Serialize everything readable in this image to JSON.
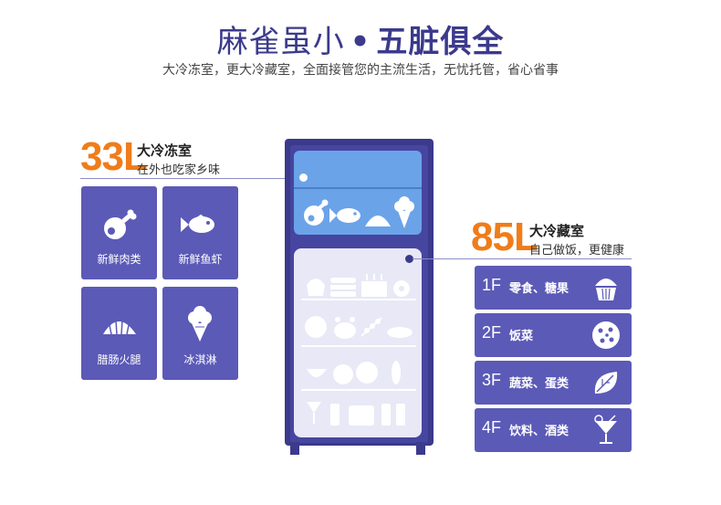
{
  "header": {
    "title_light": "麻雀虽小",
    "title_dot": "•",
    "title_bold": "五脏俱全",
    "subtitle": "大冷冻室，更大冷藏室，全面接管您的主流生活，无忧托管，省心省事"
  },
  "freezer": {
    "capacity": "33L",
    "name": "大冷冻室",
    "desc": "在外也吃家乡味",
    "items": [
      {
        "label": "新鲜肉类",
        "icon": "meat-icon"
      },
      {
        "label": "新鲜鱼虾",
        "icon": "fish-icon"
      },
      {
        "label": "腊肠火腿",
        "icon": "sausage-icon"
      },
      {
        "label": "冰淇淋",
        "icon": "icecream-icon"
      }
    ]
  },
  "fresh": {
    "capacity": "85L",
    "name": "大冷藏室",
    "desc": "自己做饭，更健康",
    "shelves": [
      {
        "floor": "1F",
        "label": "零食、糖果",
        "icon": "cupcake-icon"
      },
      {
        "floor": "2F",
        "label": "饭菜",
        "icon": "pizza-icon"
      },
      {
        "floor": "3F",
        "label": "蔬菜、蛋类",
        "icon": "leaf-icon"
      },
      {
        "floor": "4F",
        "label": "饮料、酒类",
        "icon": "drink-icon"
      }
    ]
  },
  "colors": {
    "accent_orange": "#f07c1a",
    "brand_purple": "#3b3a8c",
    "tile_purple": "#5b5ab7",
    "freezer_blue": "#6ba3e8"
  }
}
